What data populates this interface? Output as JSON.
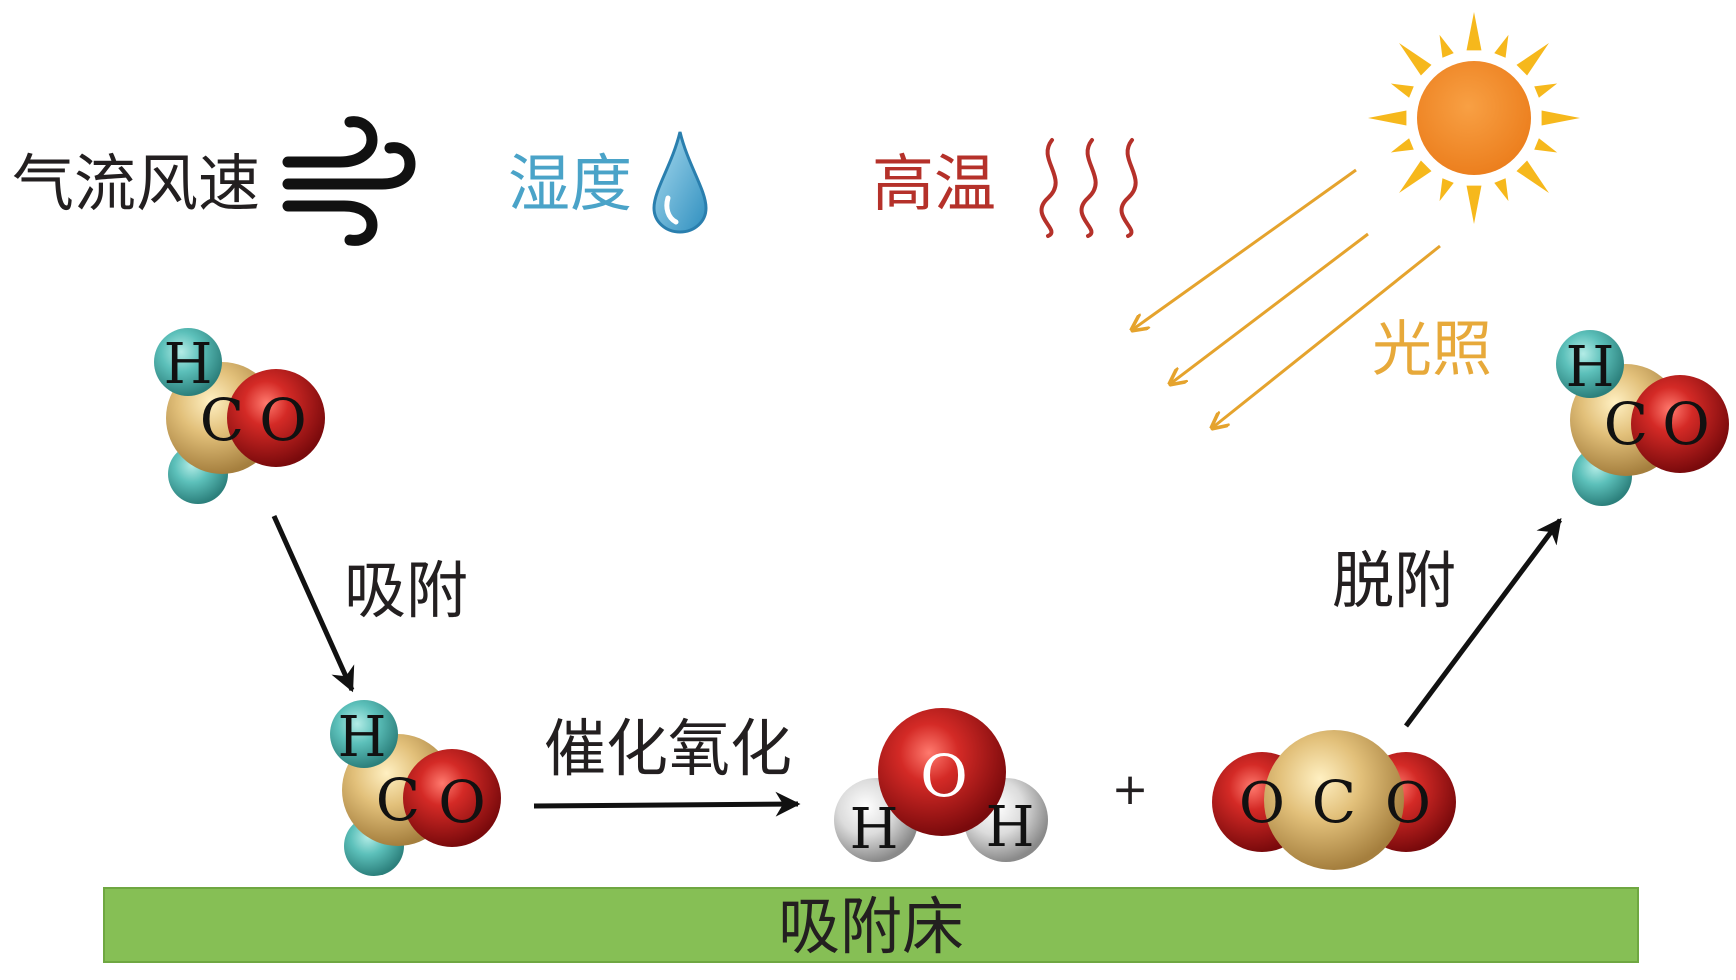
{
  "factors": {
    "airflow_label": "气流风速",
    "humidity_label": "湿度",
    "temperature_label": "高温",
    "light_label": "光照"
  },
  "process": {
    "adsorption_label": "吸附",
    "catalytic_oxidation_label": "催化氧化",
    "desorption_label": "脱附",
    "plus_sign": "+",
    "bed_label": "吸附床"
  },
  "molecules": {
    "formaldehyde_atoms": {
      "h": "H",
      "c": "C",
      "o": "O"
    },
    "water_atoms": {
      "o": "O",
      "h1": "H",
      "h2": "H"
    },
    "co2_atoms": {
      "o1": "O",
      "c": "C",
      "o2": "O"
    }
  },
  "icons": {
    "wind": "wind-icon",
    "water_drop": "water-drop-icon",
    "heat_waves": "heat-waves-icon",
    "sun": "sun-icon"
  },
  "colors": {
    "airflow_text": "#231f20",
    "humidity_text": "#4aa3c8",
    "temperature_text": "#b5312a",
    "light_text": "#e7a93a",
    "sun_core": "#f08a24",
    "sun_rays": "#f6b81c",
    "light_beams": "#e5a32d",
    "bed_fill": "#86bf55",
    "oxygen": "#c0161c",
    "carbon": "#d8b66e",
    "hydrogen_formaldehyde": "#55b7b3",
    "hydrogen_water": "#d9d9d9"
  }
}
